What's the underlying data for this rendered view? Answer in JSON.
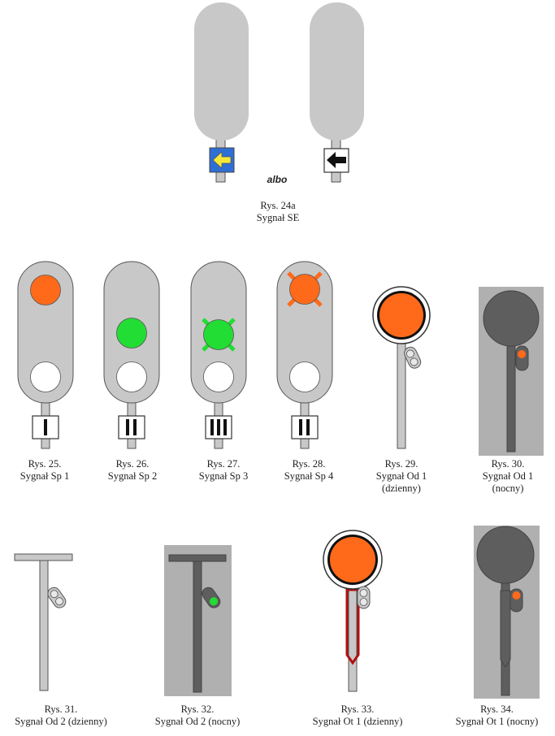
{
  "figures": {
    "fig24a": {
      "number": "Rys. 24a",
      "name": "Sygnał SE",
      "separator": "albo"
    },
    "fig25": {
      "number": "Rys. 25.",
      "name": "Sygnał Sp 1"
    },
    "fig26": {
      "number": "Rys. 26.",
      "name": "Sygnał Sp 2"
    },
    "fig27": {
      "number": "Rys. 27.",
      "name": "Sygnał Sp 3"
    },
    "fig28": {
      "number": "Rys. 28.",
      "name": "Sygnał Sp 4"
    },
    "fig29": {
      "number": "Rys. 29.",
      "name": "Sygnał Od 1",
      "note": "(dzienny)"
    },
    "fig30": {
      "number": "Rys. 30.",
      "name": "Sygnał Od 1",
      "note": "(nocny)"
    },
    "fig31": {
      "number": "Rys. 31.",
      "name": "Sygnał Od 2 (dzienny)"
    },
    "fig32": {
      "number": "Rys. 32.",
      "name": "Sygnał Od 2 (nocny)"
    },
    "fig33": {
      "number": "Rys. 33.",
      "name": "Sygnał Ot 1 (dzienny)"
    },
    "fig34": {
      "number": "Rys. 34.",
      "name": "Sygnał Ot 1 (nocny)"
    }
  },
  "colors": {
    "housing": "#c8c8c8",
    "night_bg": "#b0b0b0",
    "night_dark": "#5e5e5e",
    "orange": "#ff6a1a",
    "green": "#22dd33",
    "blue": "#2e6fd6",
    "yellow": "#f5e83a",
    "red_outline": "#b01010"
  }
}
